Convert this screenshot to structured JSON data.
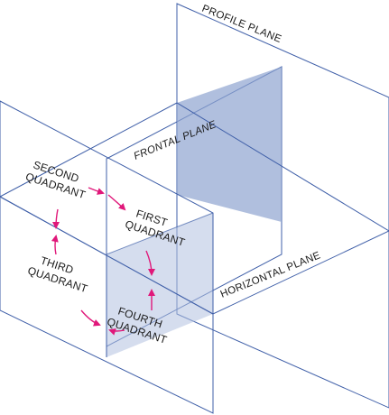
{
  "planes": {
    "profile": "PROFILE PLANE",
    "frontal": "FRONTAL PLANE",
    "horizontal": "HORIZONTAL PLANE"
  },
  "quadrants": {
    "first": [
      "FIRST",
      "QUADRANT"
    ],
    "second": [
      "SECOND",
      "QUADRANT"
    ],
    "third": [
      "THIRD",
      "QUADRANT"
    ],
    "fourth": [
      "FOURTH",
      "QUADRANT"
    ]
  },
  "colors": {
    "plane_fill": "#b9c8e4",
    "plane_fill_dark": "#95aad3",
    "edge": "#3f5fa8",
    "arrow": "#e0187a",
    "text": "#1a1a1a"
  }
}
